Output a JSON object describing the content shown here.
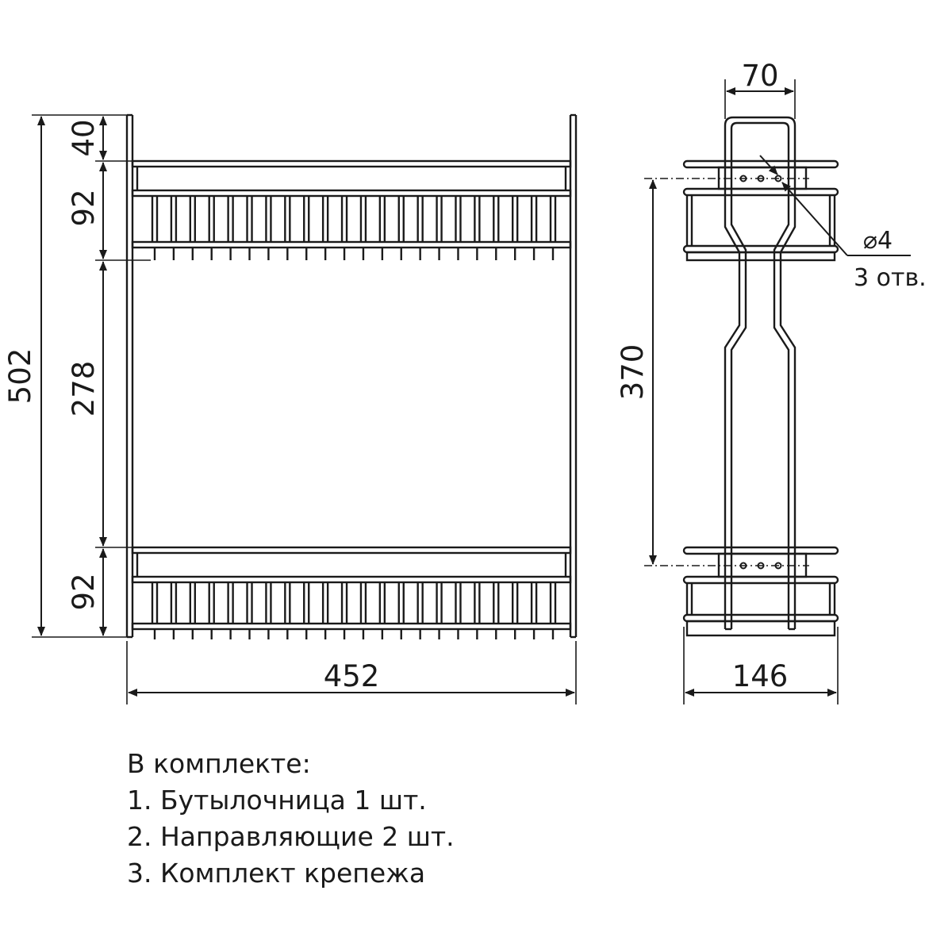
{
  "front_view": {
    "dims": {
      "width": "452",
      "height": "502",
      "top_gap": "40",
      "upper_basket": "92",
      "middle_gap": "278",
      "lower_basket": "92"
    }
  },
  "side_view": {
    "dims": {
      "top_width": "70",
      "width": "146",
      "hole_spacing": "370"
    },
    "holes_note": {
      "diameter": "⌀4",
      "count": "3 отв."
    }
  },
  "kit": {
    "title": "В комплекте:",
    "items": [
      "1. Бутылочница 1 шт.",
      "2. Направляющие 2 шт.",
      "3. Комплект крепежа"
    ]
  }
}
